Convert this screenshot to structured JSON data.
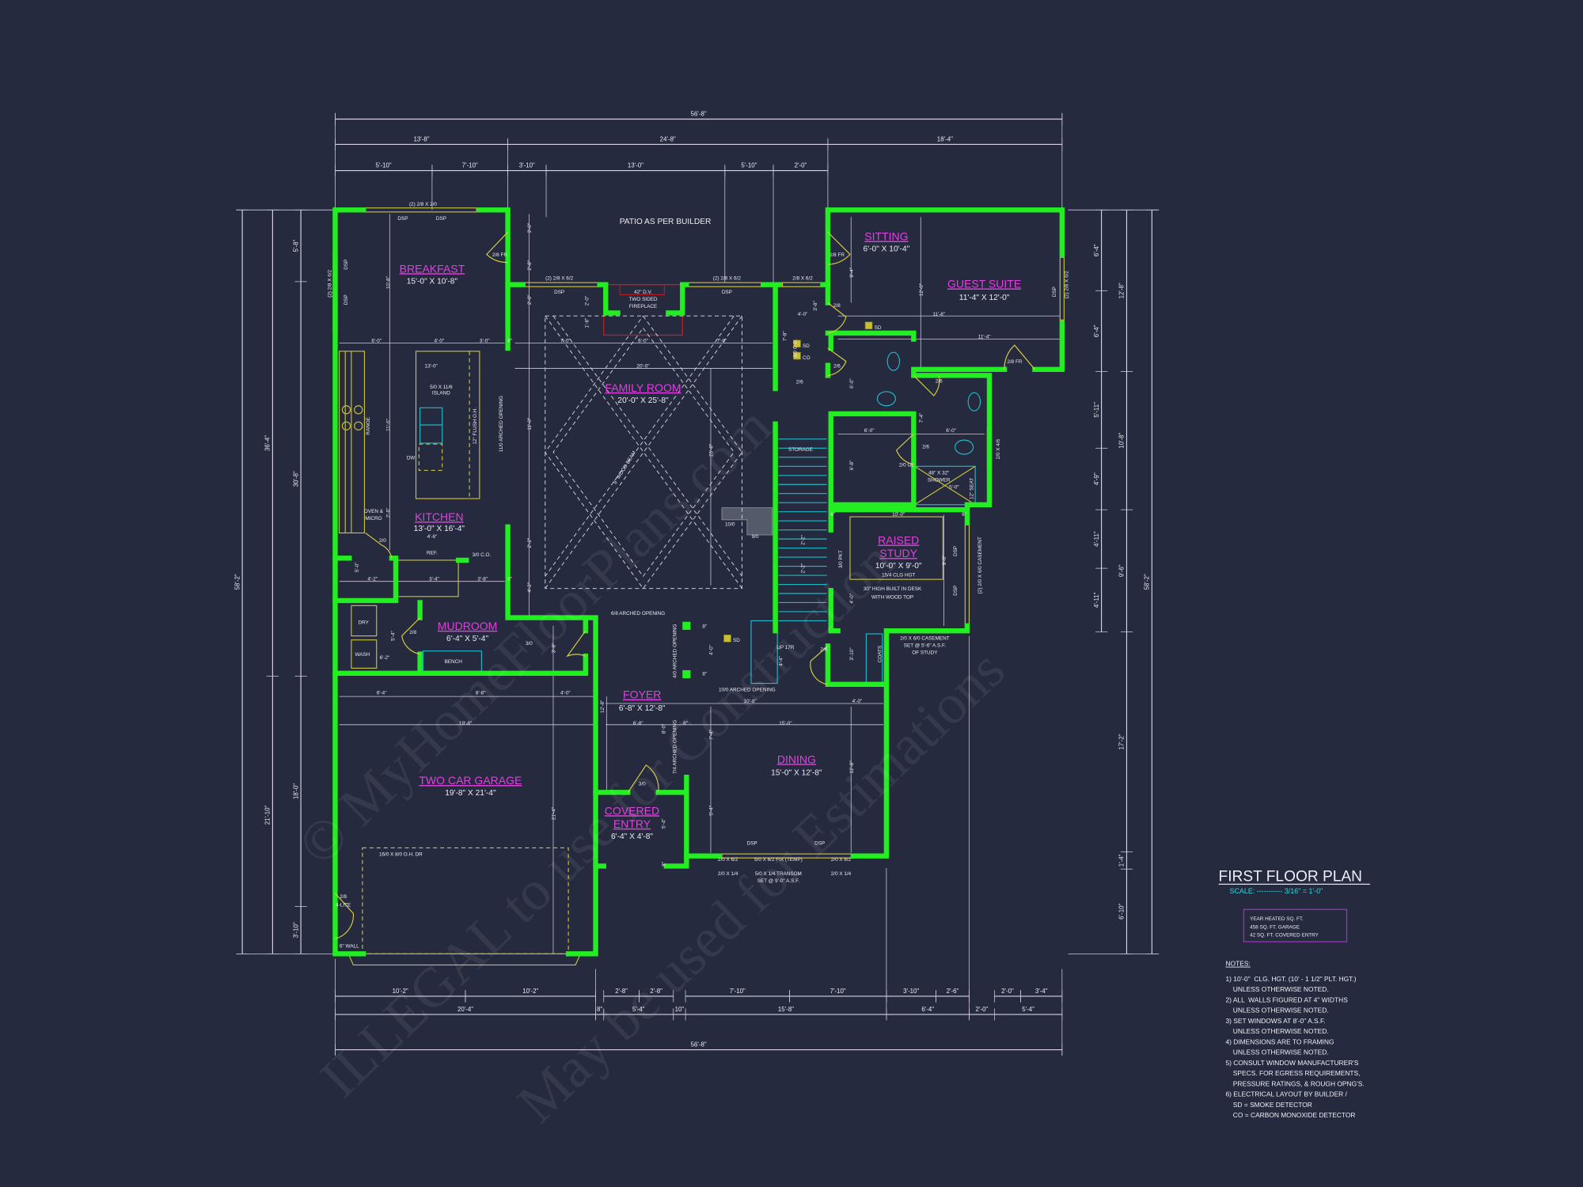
{
  "title": "FIRST FLOOR PLAN",
  "scale": "SCALE: ----------- 3/16\" = 1'-0\"",
  "area_box": [
    "YEAR HEATED SQ. FT.",
    "458 SQ. FT. GARAGE",
    "42 SQ. FT. COVERED ENTRY"
  ],
  "notes_heading": "NOTES:",
  "notes": [
    "1) 10'-0\"  CLG. HGT. (10' - 1 1/2\" PLT. HGT.)",
    "    UNLESS OTHERWISE NOTED.",
    "2) ALL  WALLS FIGURED AT 4\" WIDTHS",
    "    UNLESS OTHERWISE NOTED.",
    "3) SET WINDOWS AT 8'-0\" A.S.F.",
    "    UNLESS OTHERWISE NOTED.",
    "4) DIMENSIONS ARE TO FRAMING",
    "    UNLESS OTHERWISE NOTED.",
    "5) CONSULT WINDOW MANUFACTURER'S",
    "    SPECS. FOR EGRESS REQUIREMENTS,",
    "    PRESSURE RATINGS, & ROUGH OPNG'S.",
    "6) ELECTRICAL LAYOUT BY BUILDER /",
    "    SD = SMOKE DETECTOR",
    "    CO = CARBON MONOXIDE DETECTOR"
  ],
  "rooms": {
    "breakfast": {
      "name": "BREAKFAST",
      "size": "15'-0\" X 10'-8\""
    },
    "family_room": {
      "name": "FAMILY ROOM",
      "size": "20'-0\" X 25'-8\""
    },
    "kitchen": {
      "name": "KITCHEN",
      "size": "13'-0\" X 16'-4\""
    },
    "mudroom": {
      "name": "MUDROOM",
      "size": "6'-4\" X 5'-4\""
    },
    "garage": {
      "name": "TWO CAR GARAGE",
      "size": "19'-8\" X 21'-4\""
    },
    "foyer": {
      "name": "FOYER",
      "size": "6'-8\" X 12'-8\""
    },
    "covered_entry": {
      "name1": "COVERED",
      "name2": "ENTRY",
      "size": "6'-4\" X 4'-8\""
    },
    "dining": {
      "name": "DINING",
      "size": "15'-0\" X 12'-8\""
    },
    "raised_study": {
      "name1": "RAISED",
      "name2": "STUDY",
      "size": "10'-0\" X 9'-0\"",
      "ceiling": "15/4 CLG HGT",
      "desk1": "30\" HIGH BUILT IN DESK",
      "desk2": "WITH WOOD TOP"
    },
    "sitting": {
      "name": "SITTING",
      "size": "6'-0\" X 10'-4\""
    },
    "guest_suite": {
      "name": "GUEST SUITE",
      "size": "11'-4\" X 12'-0\""
    }
  },
  "labels": {
    "patio": "PATIO AS PER BUILDER",
    "fireplace": [
      "42\" D.V.",
      "TWO SIDED",
      "FIREPLACE"
    ],
    "storage": "STORAGE",
    "island": [
      "5/0 X 11/6",
      "ISLAND"
    ],
    "oven": [
      "OVEN &",
      "MICRO"
    ],
    "study_casement": [
      "2/0 X 6/0 CASEMENT",
      "SET @ 5'-6\" A.S.F.",
      "OF STUDY"
    ],
    "transom": [
      "5/0 X 1/4 TRANSOM",
      "SET @ 9'-0\" A.S.F."
    ],
    "shower": [
      "48\" X 32\"",
      "SHOWER"
    ],
    "sd": "SD",
    "co": "CO",
    "misc": [
      "(2) 2/8 X 2/0",
      "DSP",
      "DSP",
      "2/8 FR",
      "(2) 2/8 X 6/2",
      "DSP",
      "DSP",
      "(2) 2/8 X 6/2",
      "DSP",
      "(2) 2/8 X 6/2",
      "DSP",
      "2/8 X 6/2",
      "2/8 FR",
      "3'-0\"",
      "2'-8\"",
      "2'-0\"",
      "2'-0\"",
      "1'-8\"",
      "6'-0\"",
      "4'-0\"",
      "3'-0\"",
      "8\"",
      "7'-0\"",
      "6'-0\"",
      "7'-0\"",
      "20'-0\"",
      "13'-0\"",
      "10'-8\"",
      "11'-6\"",
      "RANGE",
      "12\" FLUSH O.H.",
      "11/0 ARCHED OPENING",
      "11'-0\"",
      "25'-8\"",
      "8\" WOOD BEAM",
      "DW",
      "2'-6\"",
      "2/0",
      "4'-6\"",
      "REF.",
      "3/0 C.O.",
      "5'-0\"",
      "4'-2\"",
      "3'-4\"",
      "3'-8\"",
      "8\"",
      "2'-2\"",
      "4'-2\"",
      "DRY",
      "WASH",
      "2/8",
      "5'-4\"",
      "6'-2\"",
      "BENCH",
      "3/0",
      "3'-8\"",
      "6/8 ARCHED OPENING",
      "6'-4\"",
      "8'-8\"",
      "4'-0\"",
      "19'-8\"",
      "21'-4\"",
      "10/0",
      "9/0",
      "3/0 C.O.",
      "7'-8\"",
      "4'-0\"",
      "3'-8\"",
      "2/8",
      "2/6",
      "2/6",
      "2/6",
      "2/6",
      "2/6",
      "11'-8\"",
      "11'-4\"",
      "9'-4\"",
      "12'-0\"",
      "6'-0\"",
      "6'-0\"",
      "6'-0\"",
      "7'-4\"",
      "6'-8\"",
      "2/0 GL",
      "5'-0\"",
      "12\" SEAT",
      "2/0 X 4/6",
      "10'-0\"",
      "6\"",
      "6\"",
      "3/0 PKT",
      "2'-2\"",
      "2'-2\"",
      "9'-0\"",
      "4'-0\"",
      "DSP",
      "DSP",
      "(2) 2/0 X 6/0 CASEMENT",
      "3'-10\"",
      "COATS",
      "UP 17R",
      "4'-4\"",
      "4'-0\"",
      "4/0 ARCHED OPENING",
      "8\"",
      "8\"",
      "10/0 ARCHED OPENING",
      "10'-8\"",
      "4'-0\"",
      "15'-0\"",
      "6'-8\"",
      "12'-8\"",
      "8'-0\"",
      "7/4 ARCHED OPENING",
      "8\"",
      "7'-4\"",
      "12'-8\"",
      "5'-4\"",
      "5'-4\"",
      "3/0",
      "8\"",
      "DSP",
      "DSP",
      "2/0 X 6/2",
      "5/0 X 6/2 FIX (TEMP)",
      "2/0 X 6/2",
      "2/0 X 1/4",
      "2/0 X 1/4",
      "16/0 X 8/0 O.H. DR",
      "2/8",
      "4-LITE",
      "6\" WALL",
      "(2) 2/8 X 6/2",
      "DSP",
      "2/8 FR"
    ]
  },
  "dimensions": {
    "top_overall": [
      "56'-8\""
    ],
    "top_row2": [
      "13'-8\"",
      "24'-8\"",
      "18'-4\""
    ],
    "top_row3": [
      "5'-10\"",
      "7'-10\"",
      "3'-10\"",
      "13'-0\"",
      "5'-10\"",
      "2'-0\""
    ],
    "bottom_row1": [
      "10'-2\"",
      "10'-2\"",
      "2'-8\"",
      "2'-8\"",
      "7'-10\"",
      "7'-10\"",
      "3'-10\"",
      "2'-6\"",
      "2'-0\"",
      "3'-4\""
    ],
    "bottom_row2": [
      "20'-4\"",
      "8\"",
      "5'-4\"",
      "10\"",
      "15'-8\"",
      "6'-4\"",
      "2'-0\"",
      "5'-4\""
    ],
    "bottom_overall": [
      "56'-8\""
    ],
    "left_overall": [
      "58'-2\""
    ],
    "left_row2": [
      "36'-4\"",
      "21'-10\""
    ],
    "left_row3": [
      "5'-8\"",
      "30'-8\"",
      "18'-0\"",
      "3'-10\""
    ],
    "right_row1": [
      "6'-4\"",
      "6'-4\"",
      "5'-11\"",
      "4'-9\"",
      "4'-11\"",
      "4'-11\""
    ],
    "right_row2": [
      "12'-8\"",
      "10'-8\"",
      "9'-6\"",
      "17'-2\"",
      "1'-4\"",
      "6'-10\""
    ],
    "right_overall": [
      "58'-2\""
    ]
  },
  "watermark": [
    "© MyHomeFloorPlans.com",
    "ILLEGAL to use for Construction",
    "May be used for Estimations"
  ],
  "colors": {
    "background": "#262a3e",
    "walls": "#22ee22",
    "room_labels": "#e040e0",
    "windows_doors": "#c8c040",
    "fixtures": "#20b8c8",
    "scale": "#30d8e0",
    "area_box": "#a030c0"
  }
}
